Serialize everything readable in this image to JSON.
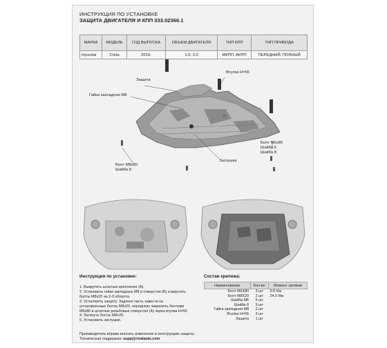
{
  "header": {
    "line1": "ИНСТРУКЦИЯ ПО УСТАНОВКЕ",
    "line2": "ЗАЩИТА ДВИГАТЕЛЯ И КПП  333.02366.1"
  },
  "spec_table": {
    "headers": [
      "МАРКА",
      "МОДЕЛЬ",
      "ГОД ВЫПУСКА",
      "ОБЪЕМ ДВИГАТЕЛЯ",
      "ТИП КПП",
      "ТИП ПРИВОДА"
    ],
    "row": [
      "Hyundai",
      "Creta",
      "2016-",
      "1.6; 2.0",
      "МКПП, АКПП",
      "ПЕРЕДНИЙ; ПОЛНЫЙ"
    ]
  },
  "callouts": {
    "protection": "Защита",
    "nut": "Гайка закладная М8",
    "bushing": "Втулка H=55",
    "bolt_m6": "Болт М6х80",
    "washer6": "Шайба 6",
    "washer8_right": "Шайба 8",
    "bolt_m8": "Болт М8х20",
    "washer8_left": "Шайба 8",
    "plug": "Заглушка"
  },
  "instructions": {
    "title": "Инструкция по установке:",
    "steps": [
      "1. Выкрутить штатные крепления (А).",
      "2. Установить гайки закладные М8 в отверстия (Б) и вкрутить",
      "болты М8х20 на 2-3 оборота.",
      "3. Установить защиту: Заднюю часть завести на",
      "установленные болты М8х20, переднюю закрепить болтами",
      "М6х80 в штатные резьбовые отверстия (А) через втулки H=55",
      "4. Затянуть болты М8х20.",
      "5. Установить заглушки."
    ]
  },
  "fasteners": {
    "title": "Состав крепежа:",
    "headers": [
      "Наименование",
      "Кол-во",
      "Момент затяжки"
    ],
    "rows": [
      [
        "Болт М6Х80",
        "3 шт",
        "9.8 Нм"
      ],
      [
        "Болт М8Х20",
        "2 шт",
        "24.0 Нм"
      ],
      [
        "Шайба М6",
        "5 шт",
        ""
      ],
      [
        "Шайба 8",
        "5 шт",
        ""
      ],
      [
        "Гайка закладная М8",
        "2 шт",
        ""
      ],
      [
        "Втулка H=55",
        "3 шт",
        ""
      ],
      [
        "Защита",
        "1 шт",
        ""
      ]
    ]
  },
  "footer": {
    "line1": "Производитель вправе вносить изменения в конструкцию защиты.",
    "support_label": "Техническая поддержка:",
    "support_email": "supp@rivalauto.com"
  }
}
